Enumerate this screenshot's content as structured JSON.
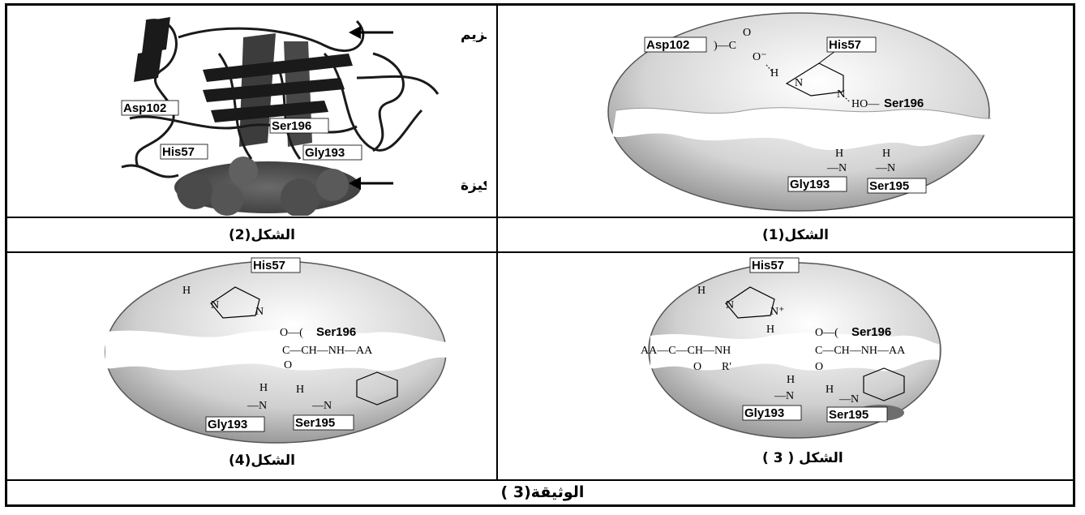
{
  "document": {
    "title": "الوثيقة(3 )"
  },
  "figures": {
    "fig1": {
      "caption": "الشكل(1)",
      "labels": {
        "asp": "Asp102",
        "his": "His57",
        "ser196": "Ser196",
        "gly": "Gly193",
        "ser195": "Ser195"
      }
    },
    "fig2": {
      "caption": "الشكل(2)",
      "labels": {
        "enzyme": "الإنزيم",
        "substrate": "الركيزة",
        "asp": "Asp102",
        "his": "His57",
        "ser196": "Ser196",
        "gly": "Gly193"
      }
    },
    "fig3": {
      "caption": "الشكل ( 3 )",
      "labels": {
        "his": "His57",
        "ser196": "Ser196",
        "gly": "Gly193",
        "ser195": "Ser195"
      }
    },
    "fig4": {
      "caption": "الشكل(4)",
      "labels": {
        "his": "His57",
        "ser196": "Ser196",
        "gly": "Gly193",
        "ser195": "Ser195"
      }
    }
  },
  "colors": {
    "line": "#000000",
    "sphere_light": "#f2f2f2",
    "sphere_dark": "#a8a8a8",
    "protein": "#1a1a1a"
  }
}
